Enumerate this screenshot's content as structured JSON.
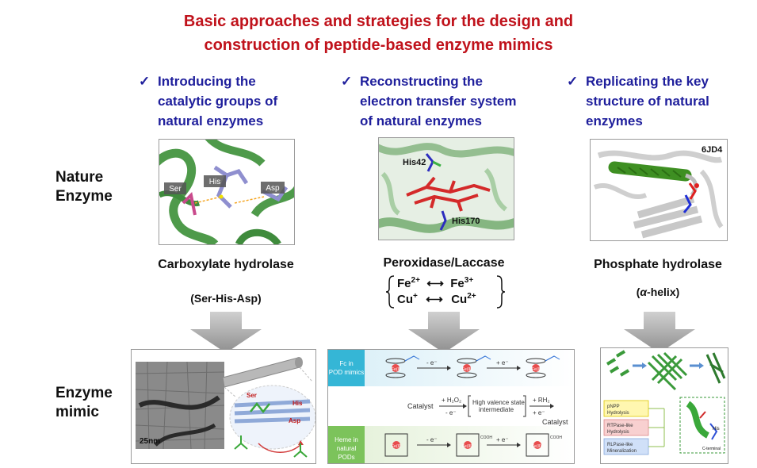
{
  "title": {
    "line1": "Basic approaches and strategies for the design and",
    "line2": "construction of peptide-based enzyme mimics"
  },
  "row_labels": {
    "nature": [
      "Nature",
      "Enzyme"
    ],
    "mimic": [
      "Enzyme",
      "mimic"
    ]
  },
  "columns": [
    {
      "approach": [
        "Introducing the",
        "catalytic groups of",
        "natural enzymes"
      ],
      "enzyme_name": "Carboxylate hydrolase",
      "subtitle": "(Ser-His-Asp)",
      "nature_labels": [
        "Ser",
        "His",
        "Asp"
      ],
      "mimic_labels": [
        "Ser",
        "His",
        "Asp",
        "25nm"
      ]
    },
    {
      "approach": [
        "Reconstructing the",
        "electron transfer system",
        "of natural enzymes"
      ],
      "enzyme_name": "Peroxidase/Laccase",
      "ions": {
        "fe_left": "Fe",
        "fe_left_sup": "2+",
        "fe_right": "Fe",
        "fe_right_sup": "3+",
        "cu_left": "Cu",
        "cu_left_sup": "+",
        "cu_right": "Cu",
        "cu_right_sup": "2+"
      },
      "nature_labels": [
        "His42",
        "His170"
      ],
      "mimic": {
        "row1_label": [
          "Fc in",
          "POD mimics"
        ],
        "row3_label": [
          "Heme in",
          "natural PODs"
        ],
        "step_minus": "- e⁻",
        "step_plus": "+ e⁻",
        "fe_state_a": "Fe(II)",
        "fe_state_b": "Fe(III)",
        "catalyst": "Catalyst",
        "h2o2": "+ H₂O₂",
        "rh2": "+ RH₂",
        "intermediate": [
          "High valence state",
          "intermediate"
        ],
        "cooh": "COOH"
      }
    },
    {
      "approach": [
        "Replicating the key",
        "structure of natural",
        "enzymes"
      ],
      "enzyme_name": "Phosphate hydrolase",
      "subtitle_alpha": "α",
      "subtitle_rest": "-helix",
      "nature_labels": [
        "6JD4"
      ],
      "mimic_labels": [
        "pNPP",
        "Hydrolysis",
        "RTPase-like",
        "Hydrolysis",
        "RLPase-like",
        "Mineralization",
        "His",
        "C-terminal"
      ]
    }
  ],
  "check_symbol": "✓",
  "colors": {
    "title": "#c0121b",
    "approach": "#1f1f9c",
    "protein_green": "#4e9a4a",
    "arrow_gray": "#a8a8a8"
  }
}
